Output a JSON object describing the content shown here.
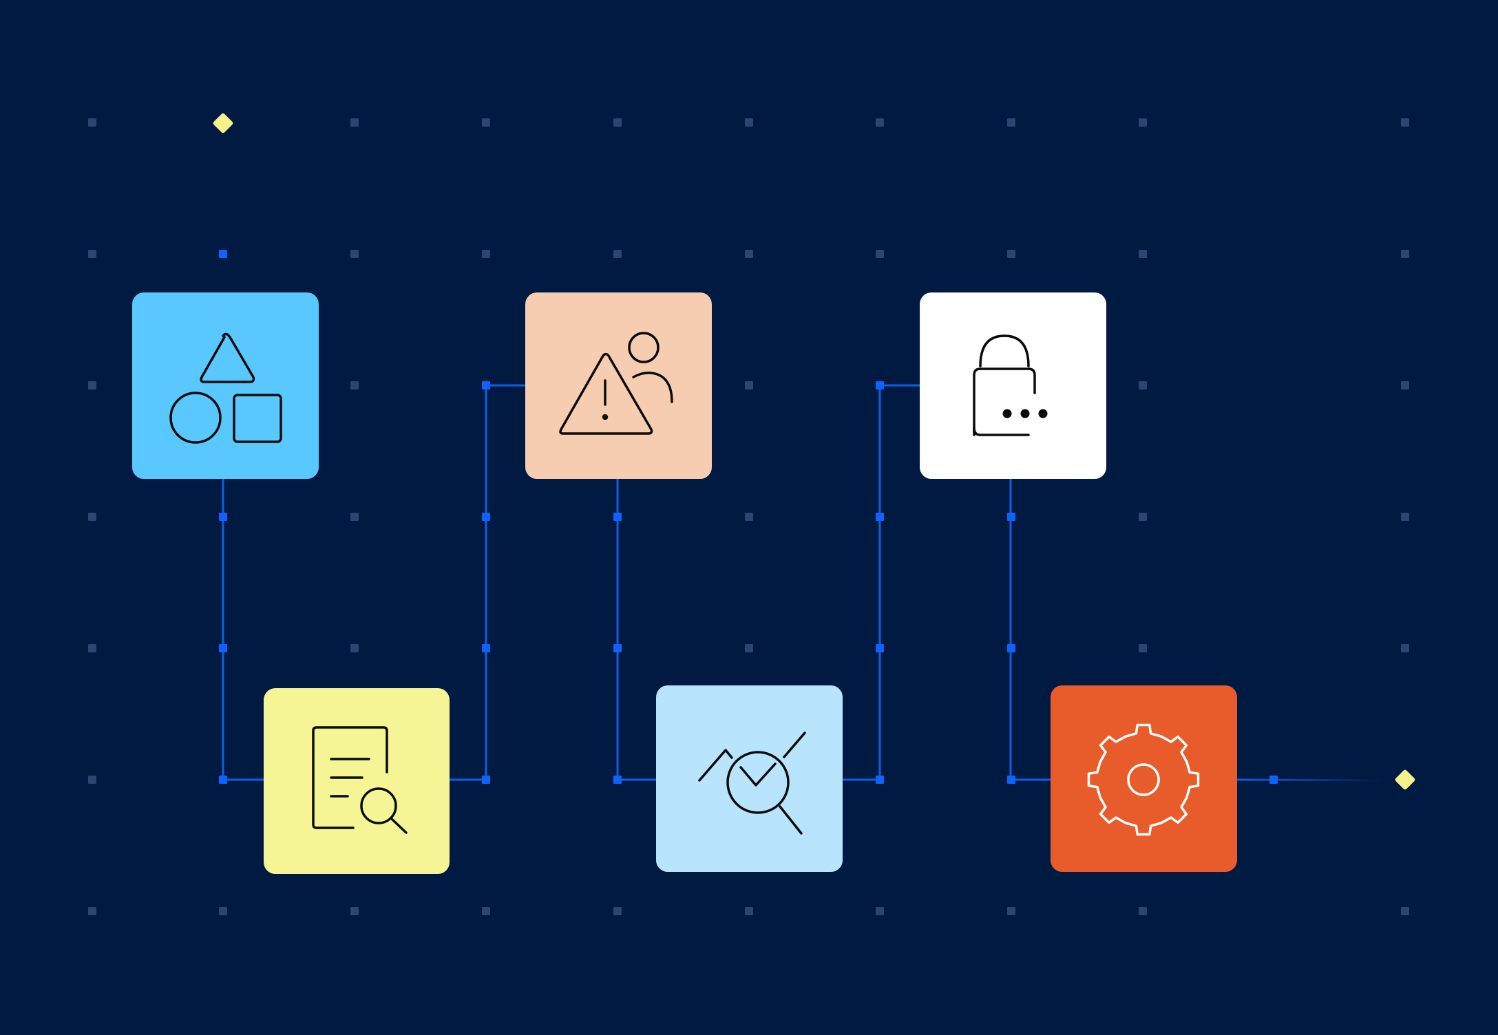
{
  "colors": {
    "background": "#001a42",
    "grid_dot": "#2b4670",
    "grid_dot_faint": "#0f2a55",
    "connector": "#0f5fe6",
    "node_marker": "#0f62fe",
    "endpoint": "#f5f28e",
    "icon_stroke_dark": "#0b0b0b",
    "icon_stroke_light": "#ffffff"
  },
  "diagram": {
    "start_marker": "start-diamond",
    "end_marker": "end-diamond",
    "steps": [
      {
        "id": "shapes",
        "icon": "shapes-icon",
        "color": "#58c8ff"
      },
      {
        "id": "document-search",
        "icon": "document-search-icon",
        "color": "#f5f596"
      },
      {
        "id": "alert-user",
        "icon": "warning-user-icon",
        "color": "#f7cdb1"
      },
      {
        "id": "chart-analyze",
        "icon": "chart-magnifier-icon",
        "color": "#b8e5fd"
      },
      {
        "id": "secure-password",
        "icon": "lock-password-icon",
        "color": "#ffffff"
      },
      {
        "id": "settings",
        "icon": "gear-icon",
        "color": "#e85c2b"
      }
    ]
  }
}
